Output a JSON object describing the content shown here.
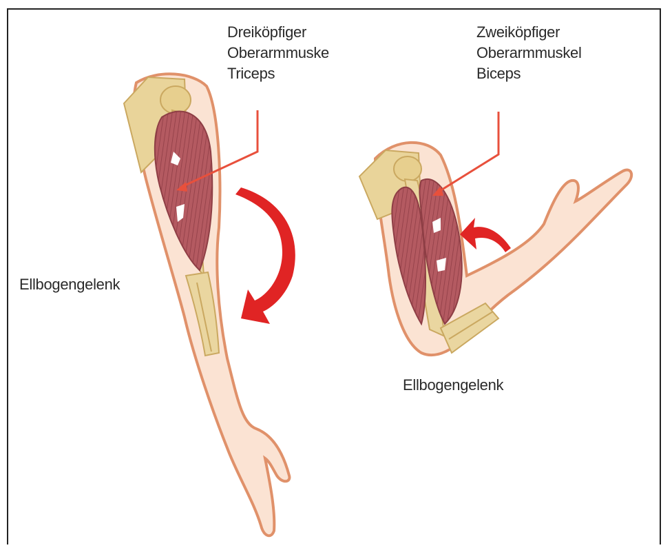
{
  "left_arm": {
    "muscle_label": [
      "Dreiköpfiger",
      "Oberarmmuske",
      "Triceps"
    ],
    "joint_label": "Ellbogengelenk"
  },
  "right_arm": {
    "muscle_label": [
      "Zweiköpfiger",
      "Oberarmmuskel",
      "Biceps"
    ],
    "joint_label": "Ellbogengelenk"
  },
  "colors": {
    "skin": "#fbe3d3",
    "skin_outline": "#e0916a",
    "bone": "#e9d49a",
    "bone_dark": "#caa860",
    "muscle": "#b35a60",
    "muscle_dark": "#8e3e45",
    "arrow": "#e02424",
    "pointer": "#e8503c"
  }
}
